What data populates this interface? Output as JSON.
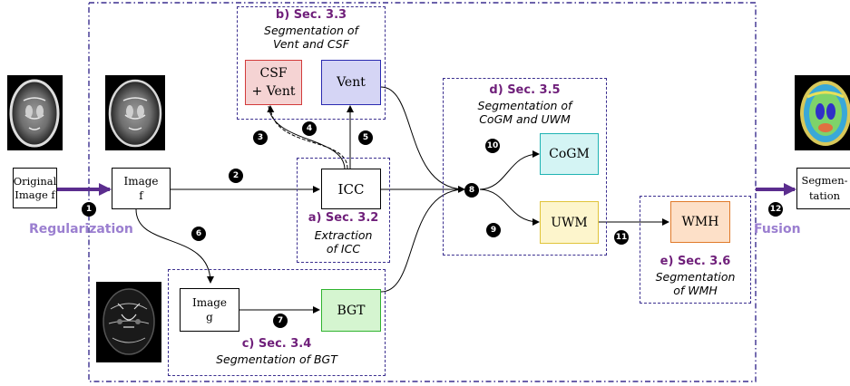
{
  "labels": {
    "original_image": [
      "Original",
      "Image f"
    ],
    "image_f": [
      "Image",
      "f"
    ],
    "image_g": [
      "Image",
      "g"
    ],
    "segmentation": [
      "Segmen-",
      "tation"
    ],
    "icc": "ICC",
    "csf_vent": [
      "CSF",
      "+ Vent"
    ],
    "vent": "Vent",
    "bgt": "BGT",
    "cogm": "CoGM",
    "uwm": "UWM",
    "wmh": "WMH",
    "regularization": "Regularization",
    "fusion": "Fusion"
  },
  "sections": {
    "a": {
      "title": "a) Sec. 3.2",
      "sub": [
        "Extraction",
        "of ICC"
      ]
    },
    "b": {
      "title": "b) Sec. 3.3",
      "sub": [
        "Segmentation of",
        "Vent and CSF"
      ]
    },
    "c": {
      "title": "c) Sec. 3.4",
      "sub": [
        "Segmentation of BGT"
      ]
    },
    "d": {
      "title": "d) Sec. 3.5",
      "sub": [
        "Segmentation of",
        "CoGM  and UWM"
      ]
    },
    "e": {
      "title": "e) Sec. 3.6",
      "sub": [
        "Segmentation",
        "of WMH"
      ]
    }
  },
  "steps": [
    "1",
    "2",
    "3",
    "4",
    "5",
    "6",
    "7",
    "8",
    "9",
    "10",
    "11",
    "12"
  ],
  "colors": {
    "purple_arrow": "#5b2d8e",
    "section_title": "#6f1f7a",
    "side_label": "#9b7fd0",
    "dashed_border": "#3b2f8f",
    "csf_vent_fill": "#f5d3d3",
    "csf_vent_border": "#d23b3b",
    "vent_fill": "#d5d5f5",
    "vent_border": "#2a2ab0",
    "bgt_fill": "#d5f5d0",
    "bgt_border": "#2fb32f",
    "cogm_fill": "#d4f4f4",
    "cogm_border": "#1fb3b3",
    "uwm_fill": "#fdf5cc",
    "uwm_border": "#e0c43a",
    "wmh_fill": "#fde0c8",
    "wmh_border": "#e07a2a"
  },
  "images": [
    "mri-original-thumbnail",
    "mri-image-f-thumbnail",
    "mri-image-g-thumbnail",
    "mri-segmentation-thumbnail"
  ]
}
